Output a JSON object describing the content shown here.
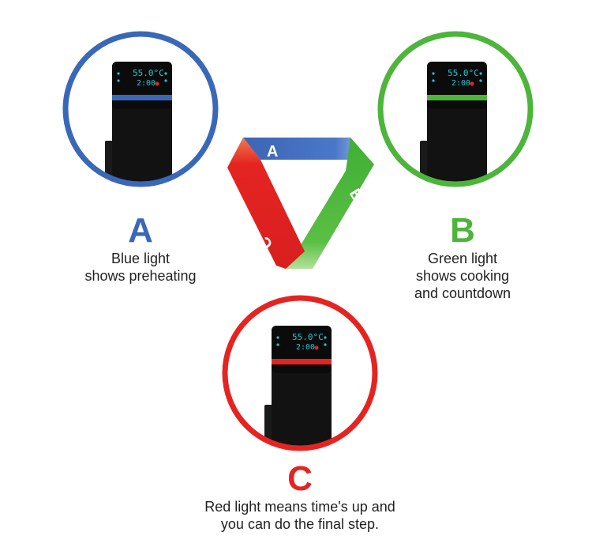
{
  "colors": {
    "blue": "#3a68b8",
    "green": "#4cb53a",
    "red": "#e52421",
    "device": "#111111",
    "display": "#19c8d8"
  },
  "triangle": {
    "label_a": "A",
    "label_b": "B",
    "label_c": "C"
  },
  "panels": [
    {
      "letter": "A",
      "color": "#3a68b8",
      "caption_lines": [
        "Blue light",
        "shows preheating"
      ],
      "display_top": "55.0°C",
      "display_bottom": "2:00"
    },
    {
      "letter": "B",
      "color": "#4cb53a",
      "caption_lines": [
        "Green light",
        "shows cooking",
        "and countdown"
      ],
      "display_top": "55.0°C",
      "display_bottom": "2:00"
    },
    {
      "letter": "C",
      "color": "#e52421",
      "caption_lines": [
        "Red light means time's up and",
        "you can do the final step."
      ],
      "display_top": "55.0°C",
      "display_bottom": "2:00"
    }
  ]
}
